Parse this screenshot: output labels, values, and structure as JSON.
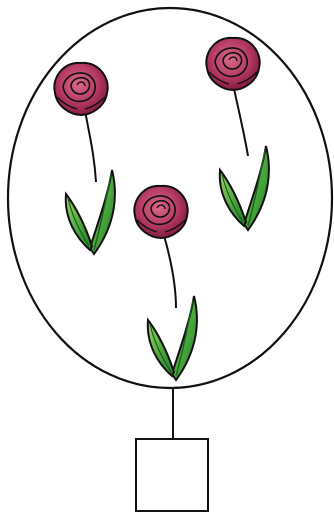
{
  "scene": {
    "flower_count": 3,
    "colors": {
      "outline": "#111111",
      "background": "#ffffff",
      "petal_dark": "#7a1636",
      "petal_mid": "#b53a62",
      "petal_light": "#d96a8b",
      "leaf_dark": "#1f7a2a",
      "leaf_mid": "#49a63b",
      "leaf_light": "#9fd46c"
    },
    "icons": [
      "balloon-outline",
      "rose-icon",
      "leaf-icon",
      "string-line",
      "square-box"
    ]
  }
}
